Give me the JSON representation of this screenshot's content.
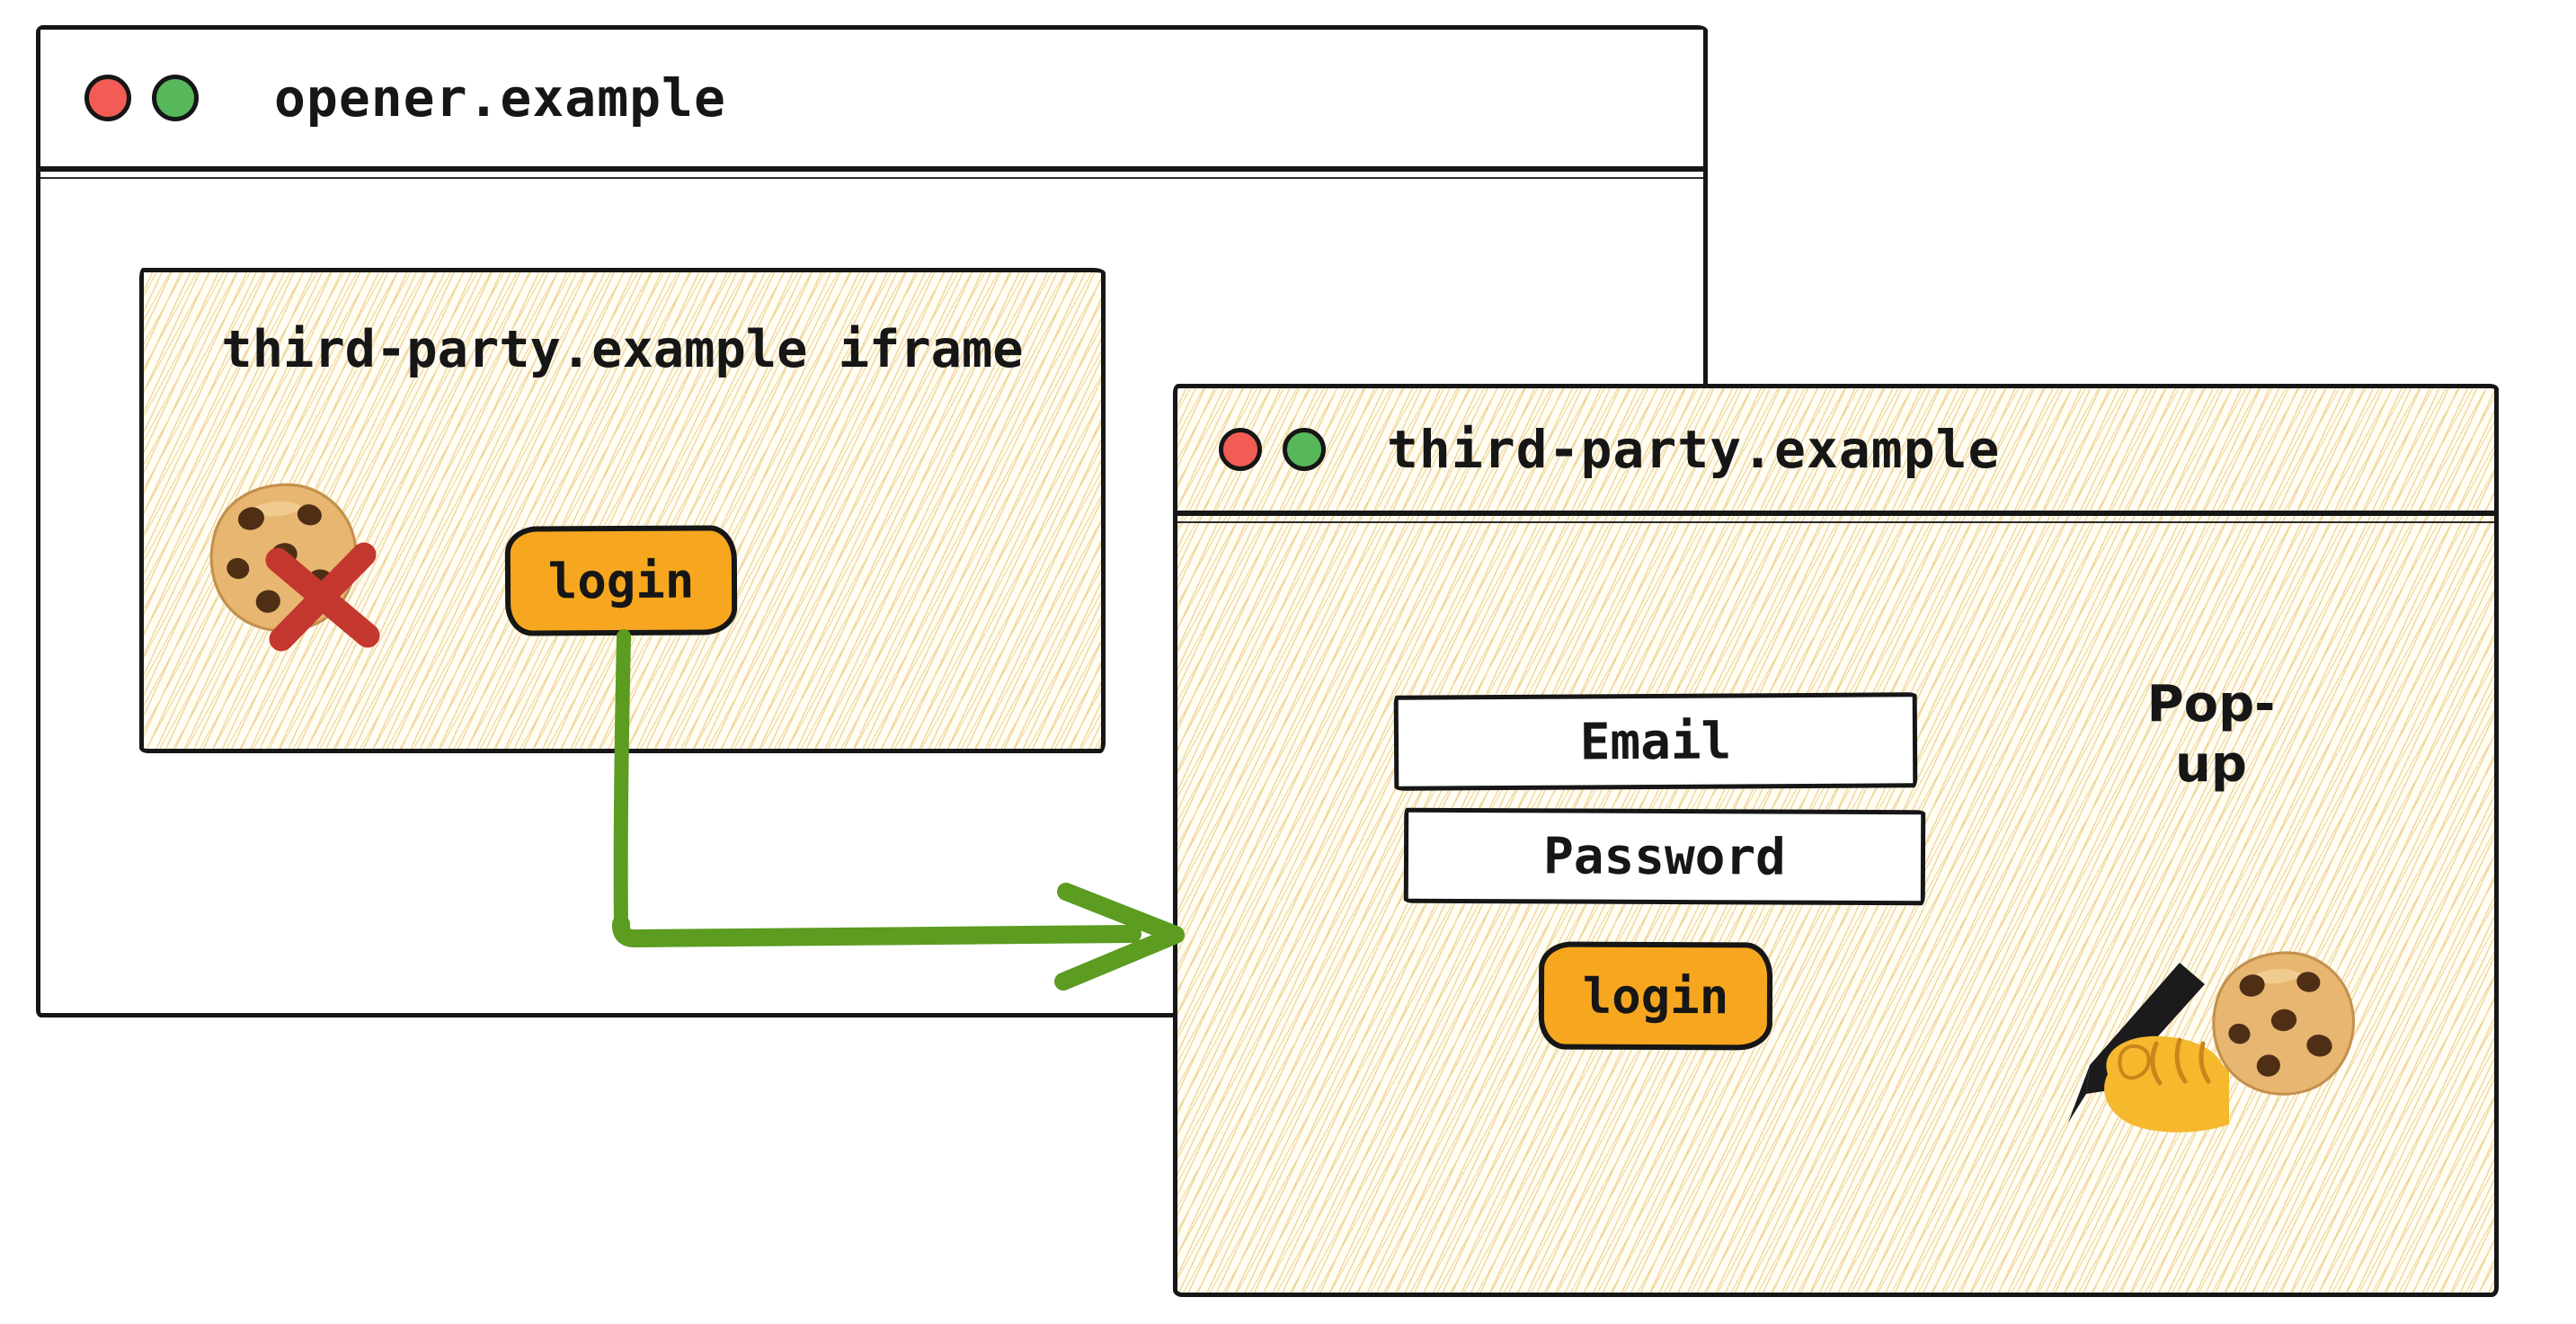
{
  "colors": {
    "ink": "#161616",
    "paper": "#ffffff",
    "cream_bg": "#fffdf4",
    "hatch_line": "#f2d79f",
    "hatch_line2": "#eed28e",
    "accent_orange": "#f7a71f",
    "arrow_green": "#5b9c21",
    "cross_red": "#c4372f",
    "traffic_red": "#f15c55",
    "traffic_green": "#56b85a",
    "cookie_base": "#e7b670",
    "cookie_edge": "#c3914d",
    "cookie_lite": "#f3d49c",
    "cookie_chip": "#4e2f16",
    "hand_skin": "#f6b82d",
    "hand_shade": "#c8861a",
    "pen_ink": "#1b1b1b"
  },
  "icons": {
    "traffic_red": "window-close-circle",
    "traffic_green": "window-zoom-circle",
    "blocked_cookie": "cookie-with-red-x",
    "cookie": "chocolate-chip-cookie",
    "writing_hand": "hand-writing-with-pen",
    "arrow": "green-elbow-arrow-login-to-popup"
  },
  "opener_window": {
    "title": "opener.example",
    "iframe": {
      "title": "third-party.example iframe",
      "login_button_label": "login"
    }
  },
  "popup_window": {
    "title": "third-party.example",
    "popup_label": "Pop-up",
    "form": {
      "email_placeholder": "Email",
      "password_placeholder": "Password",
      "login_button_label": "login"
    }
  }
}
